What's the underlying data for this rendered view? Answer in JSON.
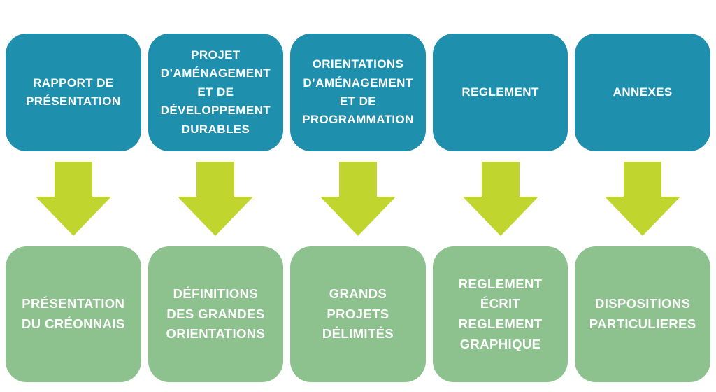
{
  "diagram": {
    "colors": {
      "top_box": "#1e8fad",
      "arrow": "#c0d62f",
      "bottom_box": "#8dc18d",
      "text": "#ffffff",
      "background": "#ffffff"
    },
    "columns": [
      {
        "top_label": "RAPPORT DE\nPRÉSENTATION",
        "bottom_label": "PRÉSENTATION\nDU CRÉONNAIS"
      },
      {
        "top_label": "PROJET\nD’AMÉNAGEMENT\nET DE\nDÉVELOPPEMENT\nDURABLES",
        "bottom_label": "DÉFINITIONS\nDES GRANDES\nORIENTATIONS"
      },
      {
        "top_label": "ORIENTATIONS\nD’AMÉNAGEMENT\nET DE\nPROGRAMMATION",
        "bottom_label": "GRANDS\nPROJETS\nDÉLIMITÉS"
      },
      {
        "top_label": "REGLEMENT",
        "bottom_label": "REGLEMENT\nÉCRIT\nREGLEMENT\nGRAPHIQUE"
      },
      {
        "top_label": "ANNEXES",
        "bottom_label": "DISPOSITIONS\nPARTICULIERES"
      }
    ]
  }
}
